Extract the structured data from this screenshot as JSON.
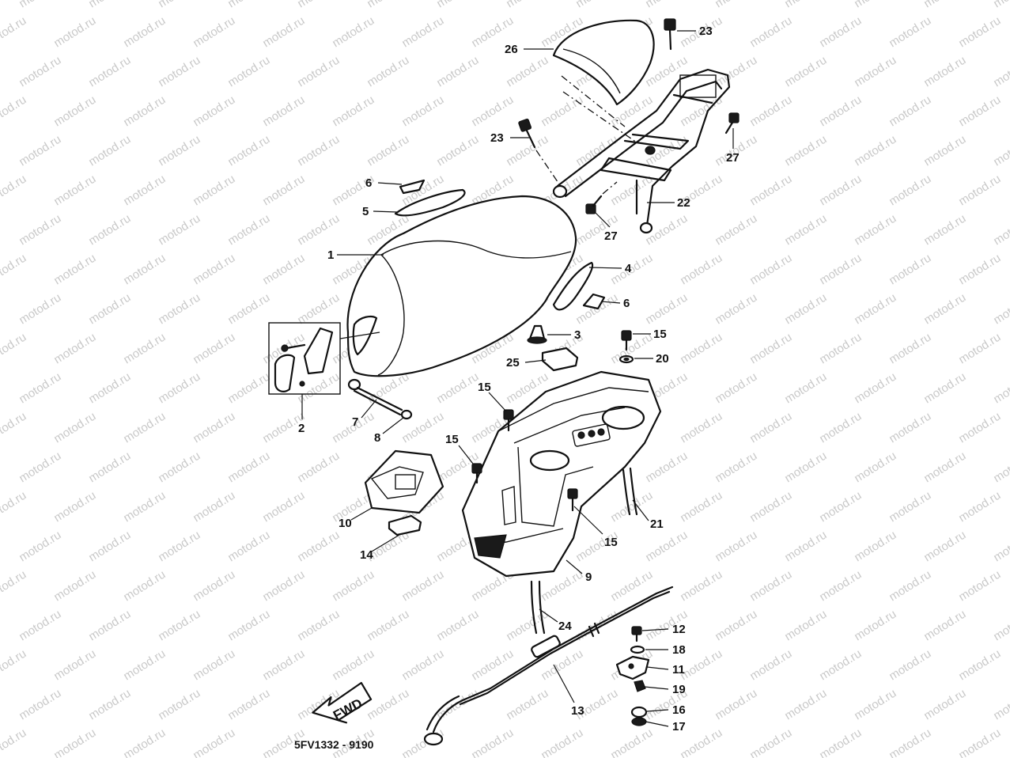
{
  "watermark": "motod.ru",
  "drawing_code": "5FV1332 - 9190",
  "fwd_label": "FWD",
  "callouts": [
    {
      "id": "c23a",
      "label": "23"
    },
    {
      "id": "c26",
      "label": "26"
    },
    {
      "id": "c23b",
      "label": "23"
    },
    {
      "id": "c27a",
      "label": "27"
    },
    {
      "id": "c6a",
      "label": "6"
    },
    {
      "id": "c5",
      "label": "5"
    },
    {
      "id": "c22",
      "label": "22"
    },
    {
      "id": "c27b",
      "label": "27"
    },
    {
      "id": "c1",
      "label": "1"
    },
    {
      "id": "c4",
      "label": "4"
    },
    {
      "id": "c6b",
      "label": "6"
    },
    {
      "id": "c3",
      "label": "3"
    },
    {
      "id": "c15a",
      "label": "15"
    },
    {
      "id": "c25",
      "label": "25"
    },
    {
      "id": "c20",
      "label": "20"
    },
    {
      "id": "c15b",
      "label": "15"
    },
    {
      "id": "c2",
      "label": "2"
    },
    {
      "id": "c7",
      "label": "7"
    },
    {
      "id": "c8",
      "label": "8"
    },
    {
      "id": "c15c",
      "label": "15"
    },
    {
      "id": "c15d",
      "label": "15"
    },
    {
      "id": "c10",
      "label": "10"
    },
    {
      "id": "c21",
      "label": "21"
    },
    {
      "id": "c14",
      "label": "14"
    },
    {
      "id": "c9",
      "label": "9"
    },
    {
      "id": "c24",
      "label": "24"
    },
    {
      "id": "c12",
      "label": "12"
    },
    {
      "id": "c18",
      "label": "18"
    },
    {
      "id": "c11",
      "label": "11"
    },
    {
      "id": "c19",
      "label": "19"
    },
    {
      "id": "c13",
      "label": "13"
    },
    {
      "id": "c16",
      "label": "16"
    },
    {
      "id": "c17",
      "label": "17"
    }
  ]
}
